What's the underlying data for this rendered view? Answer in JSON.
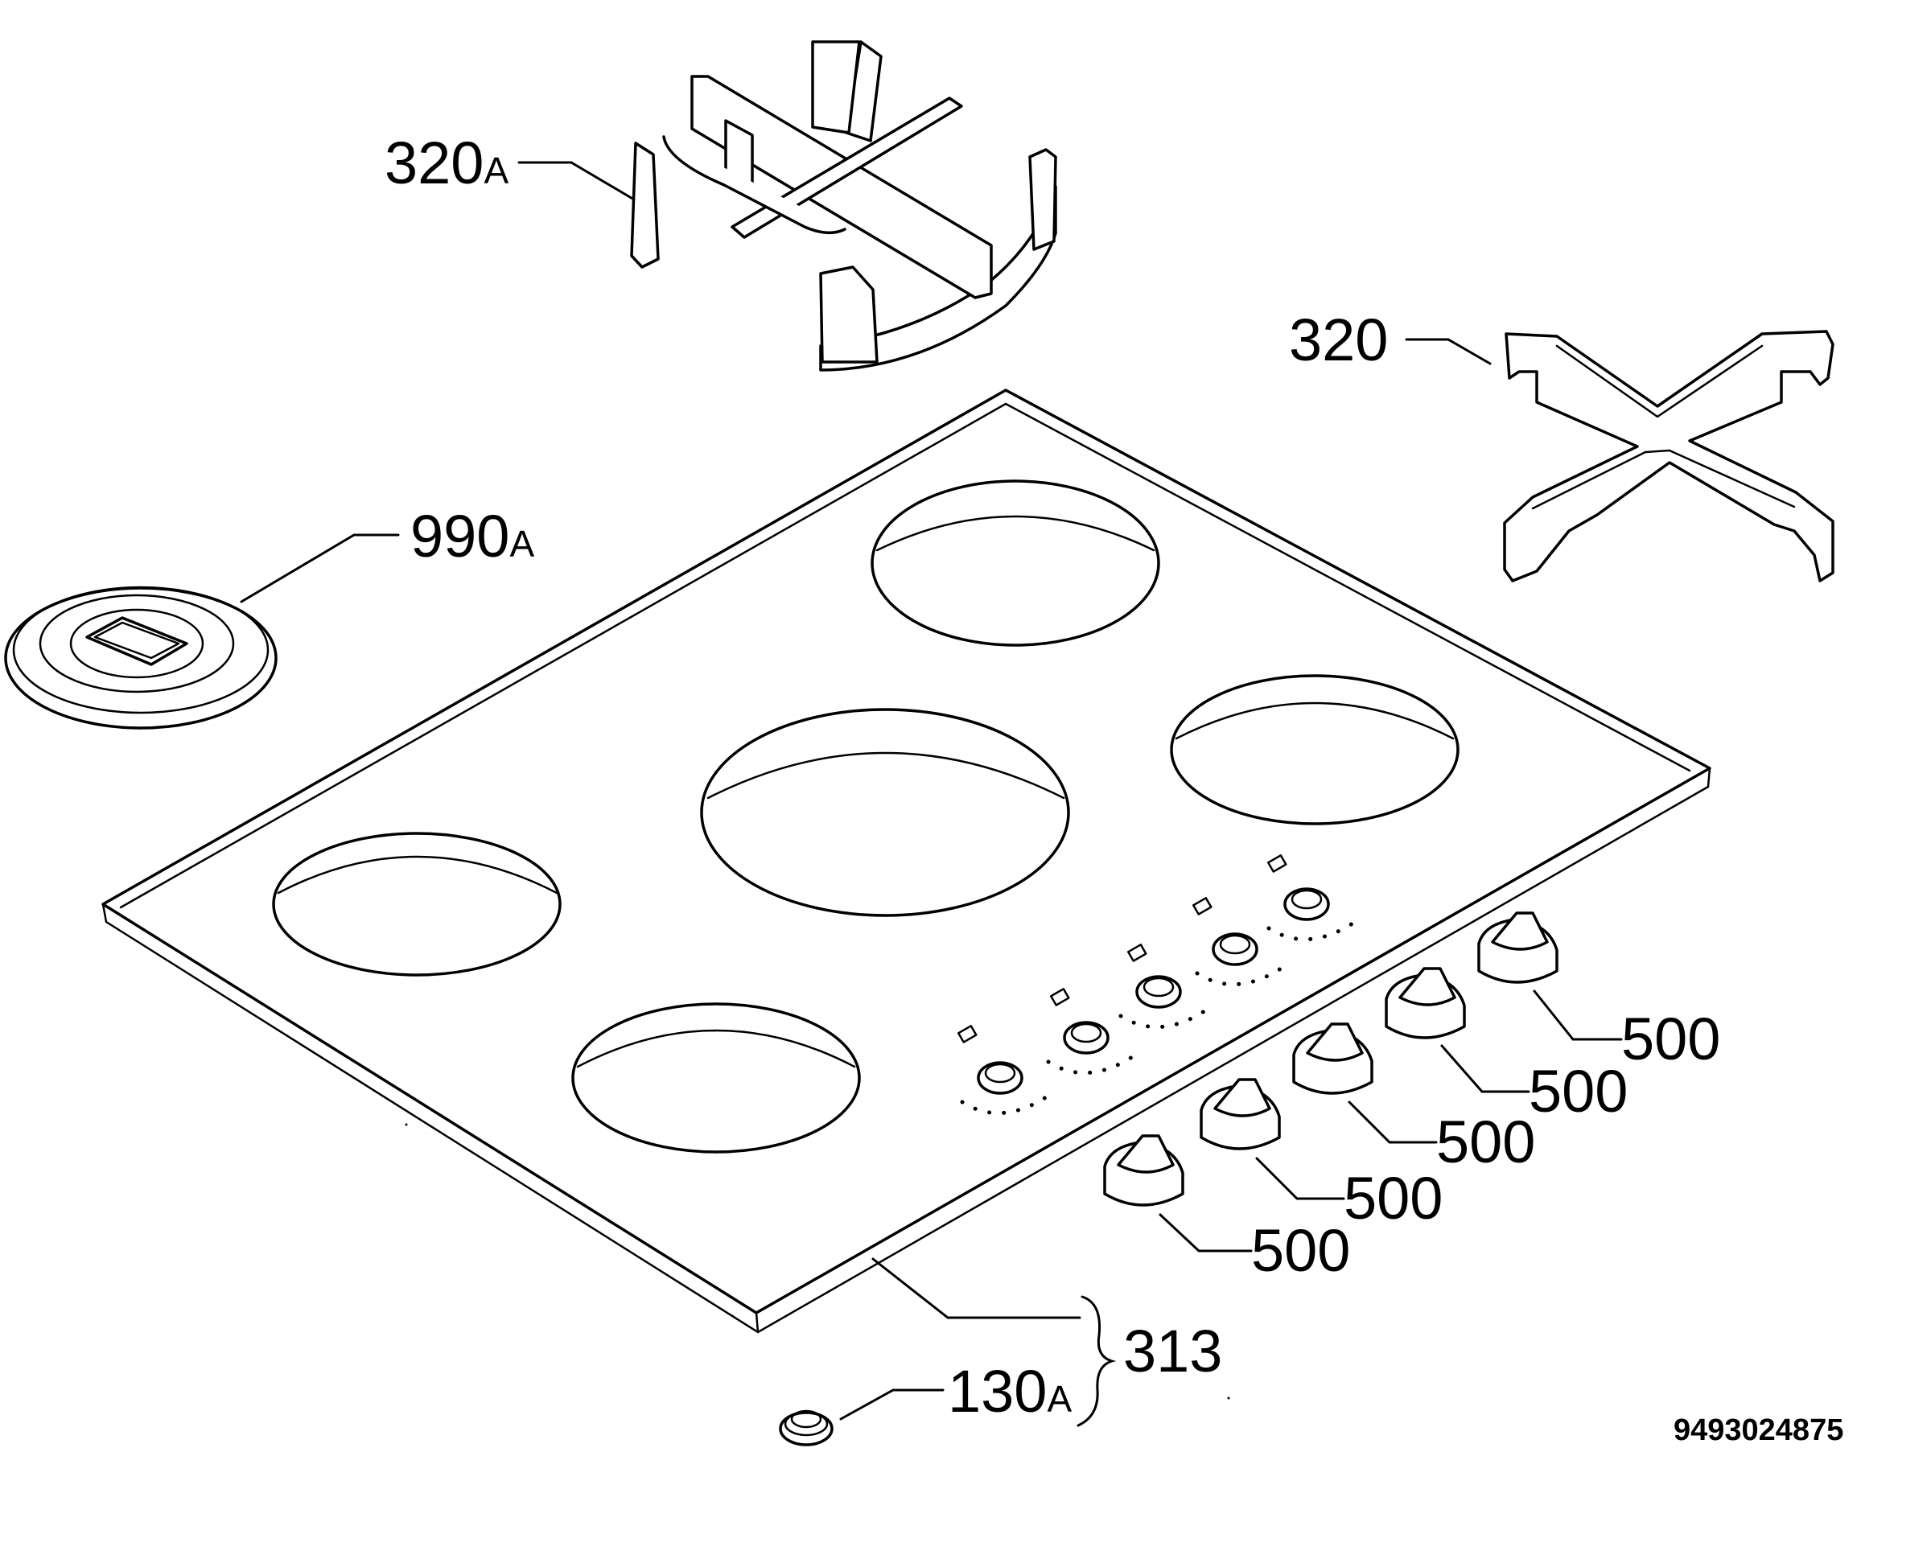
{
  "labels": {
    "grate_small": {
      "number": "320",
      "suffix": "A"
    },
    "grate_large": {
      "number": "320"
    },
    "cover": {
      "number": "990",
      "suffix": "A"
    },
    "knob_1": "500",
    "knob_2": "500",
    "knob_3": "500",
    "knob_4": "500",
    "knob_5": "500",
    "hob_top": "313",
    "foot": {
      "number": "130",
      "suffix": "A"
    }
  },
  "drawing_code": "9493024875"
}
